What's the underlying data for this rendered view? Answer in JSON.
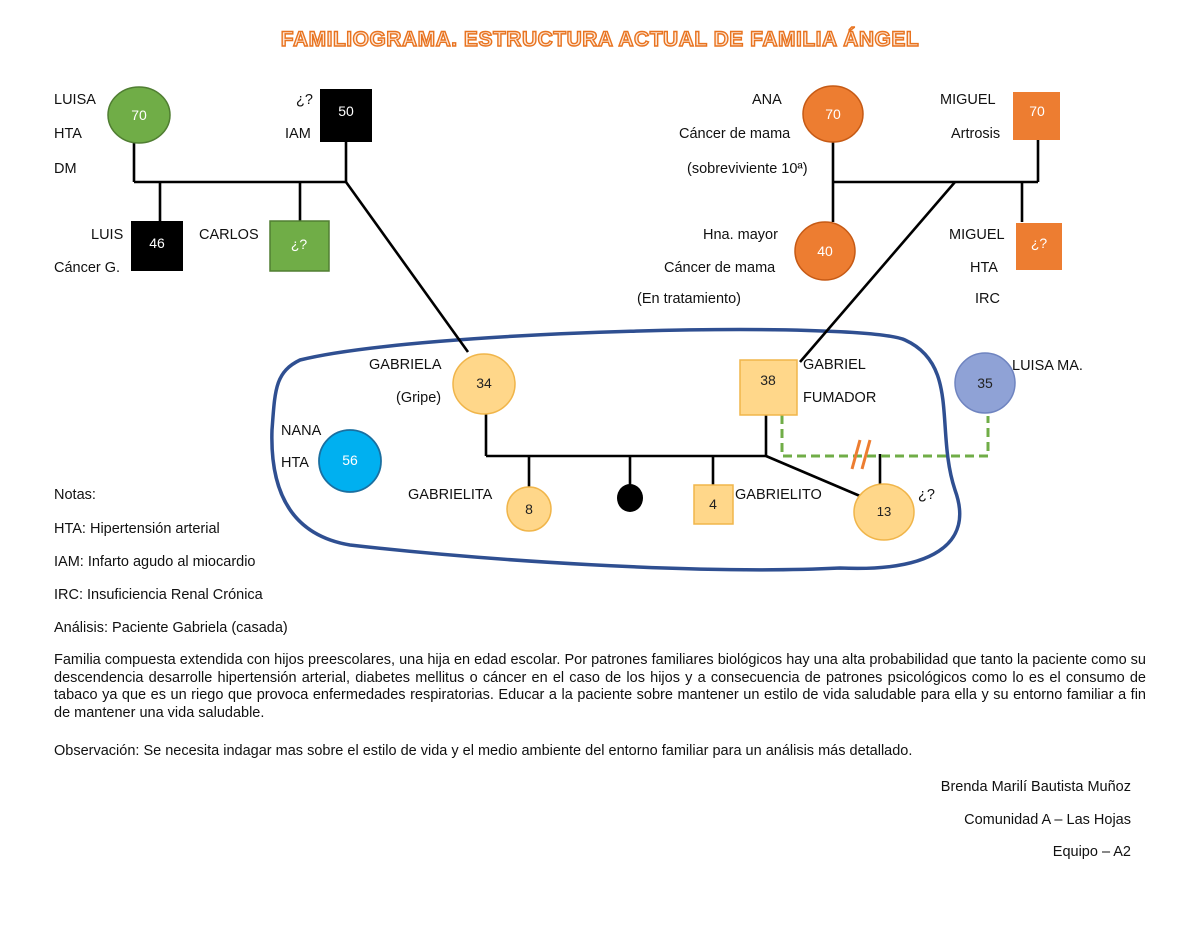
{
  "title": "FAMILIOGRAMA. ESTRUCTURA ACTUAL DE FAMILIA ÁNGEL",
  "colors": {
    "green": "#70ad47",
    "black": "#000000",
    "orange": "#ed7d31",
    "peach": "#ffd78a",
    "blue": "#00b0f0",
    "lavender": "#8fa2d6",
    "enclosure": "#2f4f91",
    "dashed_link": "#70ad47"
  },
  "members": {
    "luisa_gm": {
      "age": "70",
      "shape": "circle"
    },
    "father_gp": {
      "age": "50",
      "shape": "square"
    },
    "luis": {
      "age": "46",
      "shape": "square"
    },
    "carlos": {
      "age": "¿?",
      "shape": "square"
    },
    "ana": {
      "age": "70",
      "shape": "circle"
    },
    "miguel_gp": {
      "age": "70",
      "shape": "square"
    },
    "hna": {
      "age": "40",
      "shape": "circle"
    },
    "miguel_jr": {
      "age": "¿?",
      "shape": "square"
    },
    "gabriela": {
      "age": "34",
      "shape": "circle"
    },
    "gabriel": {
      "age": "38",
      "shape": "square"
    },
    "luisa_ma": {
      "age": "35",
      "shape": "circle"
    },
    "nana": {
      "age": "56",
      "shape": "circle"
    },
    "gabrielita": {
      "age": "8",
      "shape": "circle"
    },
    "deceased": {
      "age": "",
      "shape": "circle"
    },
    "gabrielito": {
      "age": "4",
      "shape": "square"
    },
    "child13": {
      "age": "13",
      "shape": "circle"
    }
  },
  "labels": {
    "luisa": "LUISA",
    "luisa_hta": "HTA",
    "luisa_dm": "DM",
    "gp_unknown": "¿?",
    "gp_iam": "IAM",
    "luis": "LUIS",
    "luis_cancer": "Cáncer G.",
    "carlos": "CARLOS",
    "ana": "ANA",
    "ana_cancer": "Cáncer de mama",
    "ana_surv": "(sobreviviente 10ª)",
    "miguel": "MIGUEL",
    "miguel_artrosis": "Artrosis",
    "hna": "Hna. mayor",
    "hna_cancer": "Cáncer de mama",
    "hna_trat": "(En tratamiento)",
    "miguel2": "MIGUEL",
    "miguel2_hta": "HTA",
    "miguel2_irc": "IRC",
    "gabriela": "GABRIELA",
    "gabriela_gripe": "(Gripe)",
    "gabriel": "GABRIEL",
    "gabriel_fumador": "FUMADOR",
    "luisa_ma": "LUISA MA.",
    "nana": "NANA",
    "nana_hta": "HTA",
    "gabrielita": "GABRIELITA",
    "gabrielito": "GABRIELITO",
    "child_unknown": "¿?"
  },
  "notes": {
    "heading": "Notas:",
    "hta": "HTA: Hipertensión arterial",
    "iam": "IAM: Infarto agudo al miocardio",
    "irc": "IRC: Insuficiencia Renal Crónica",
    "analisis": "Análisis: Paciente Gabriela (casada)",
    "paragraph": "Familia compuesta extendida con hijos preescolares, una hija en edad escolar. Por patrones familiares biológicos hay una alta probabilidad que tanto la paciente como su descendencia desarrolle hipertensión arterial, diabetes mellitus o cáncer en el caso de los hijos y a consecuencia de patrones psicológicos como lo es el consumo de tabaco ya que es un riego que provoca enfermedades respiratorias. Educar a la paciente sobre mantener un estilo de vida saludable para ella y su entorno familiar a fin de mantener una vida saludable.",
    "observacion": "Observación: Se necesita indagar mas sobre el estilo de vida y el medio ambiente del entorno familiar para un análisis más detallado."
  },
  "signature": {
    "name": "Brenda Marilí Bautista Muñoz",
    "community": "Comunidad A – Las Hojas",
    "team": "Equipo – A2"
  }
}
